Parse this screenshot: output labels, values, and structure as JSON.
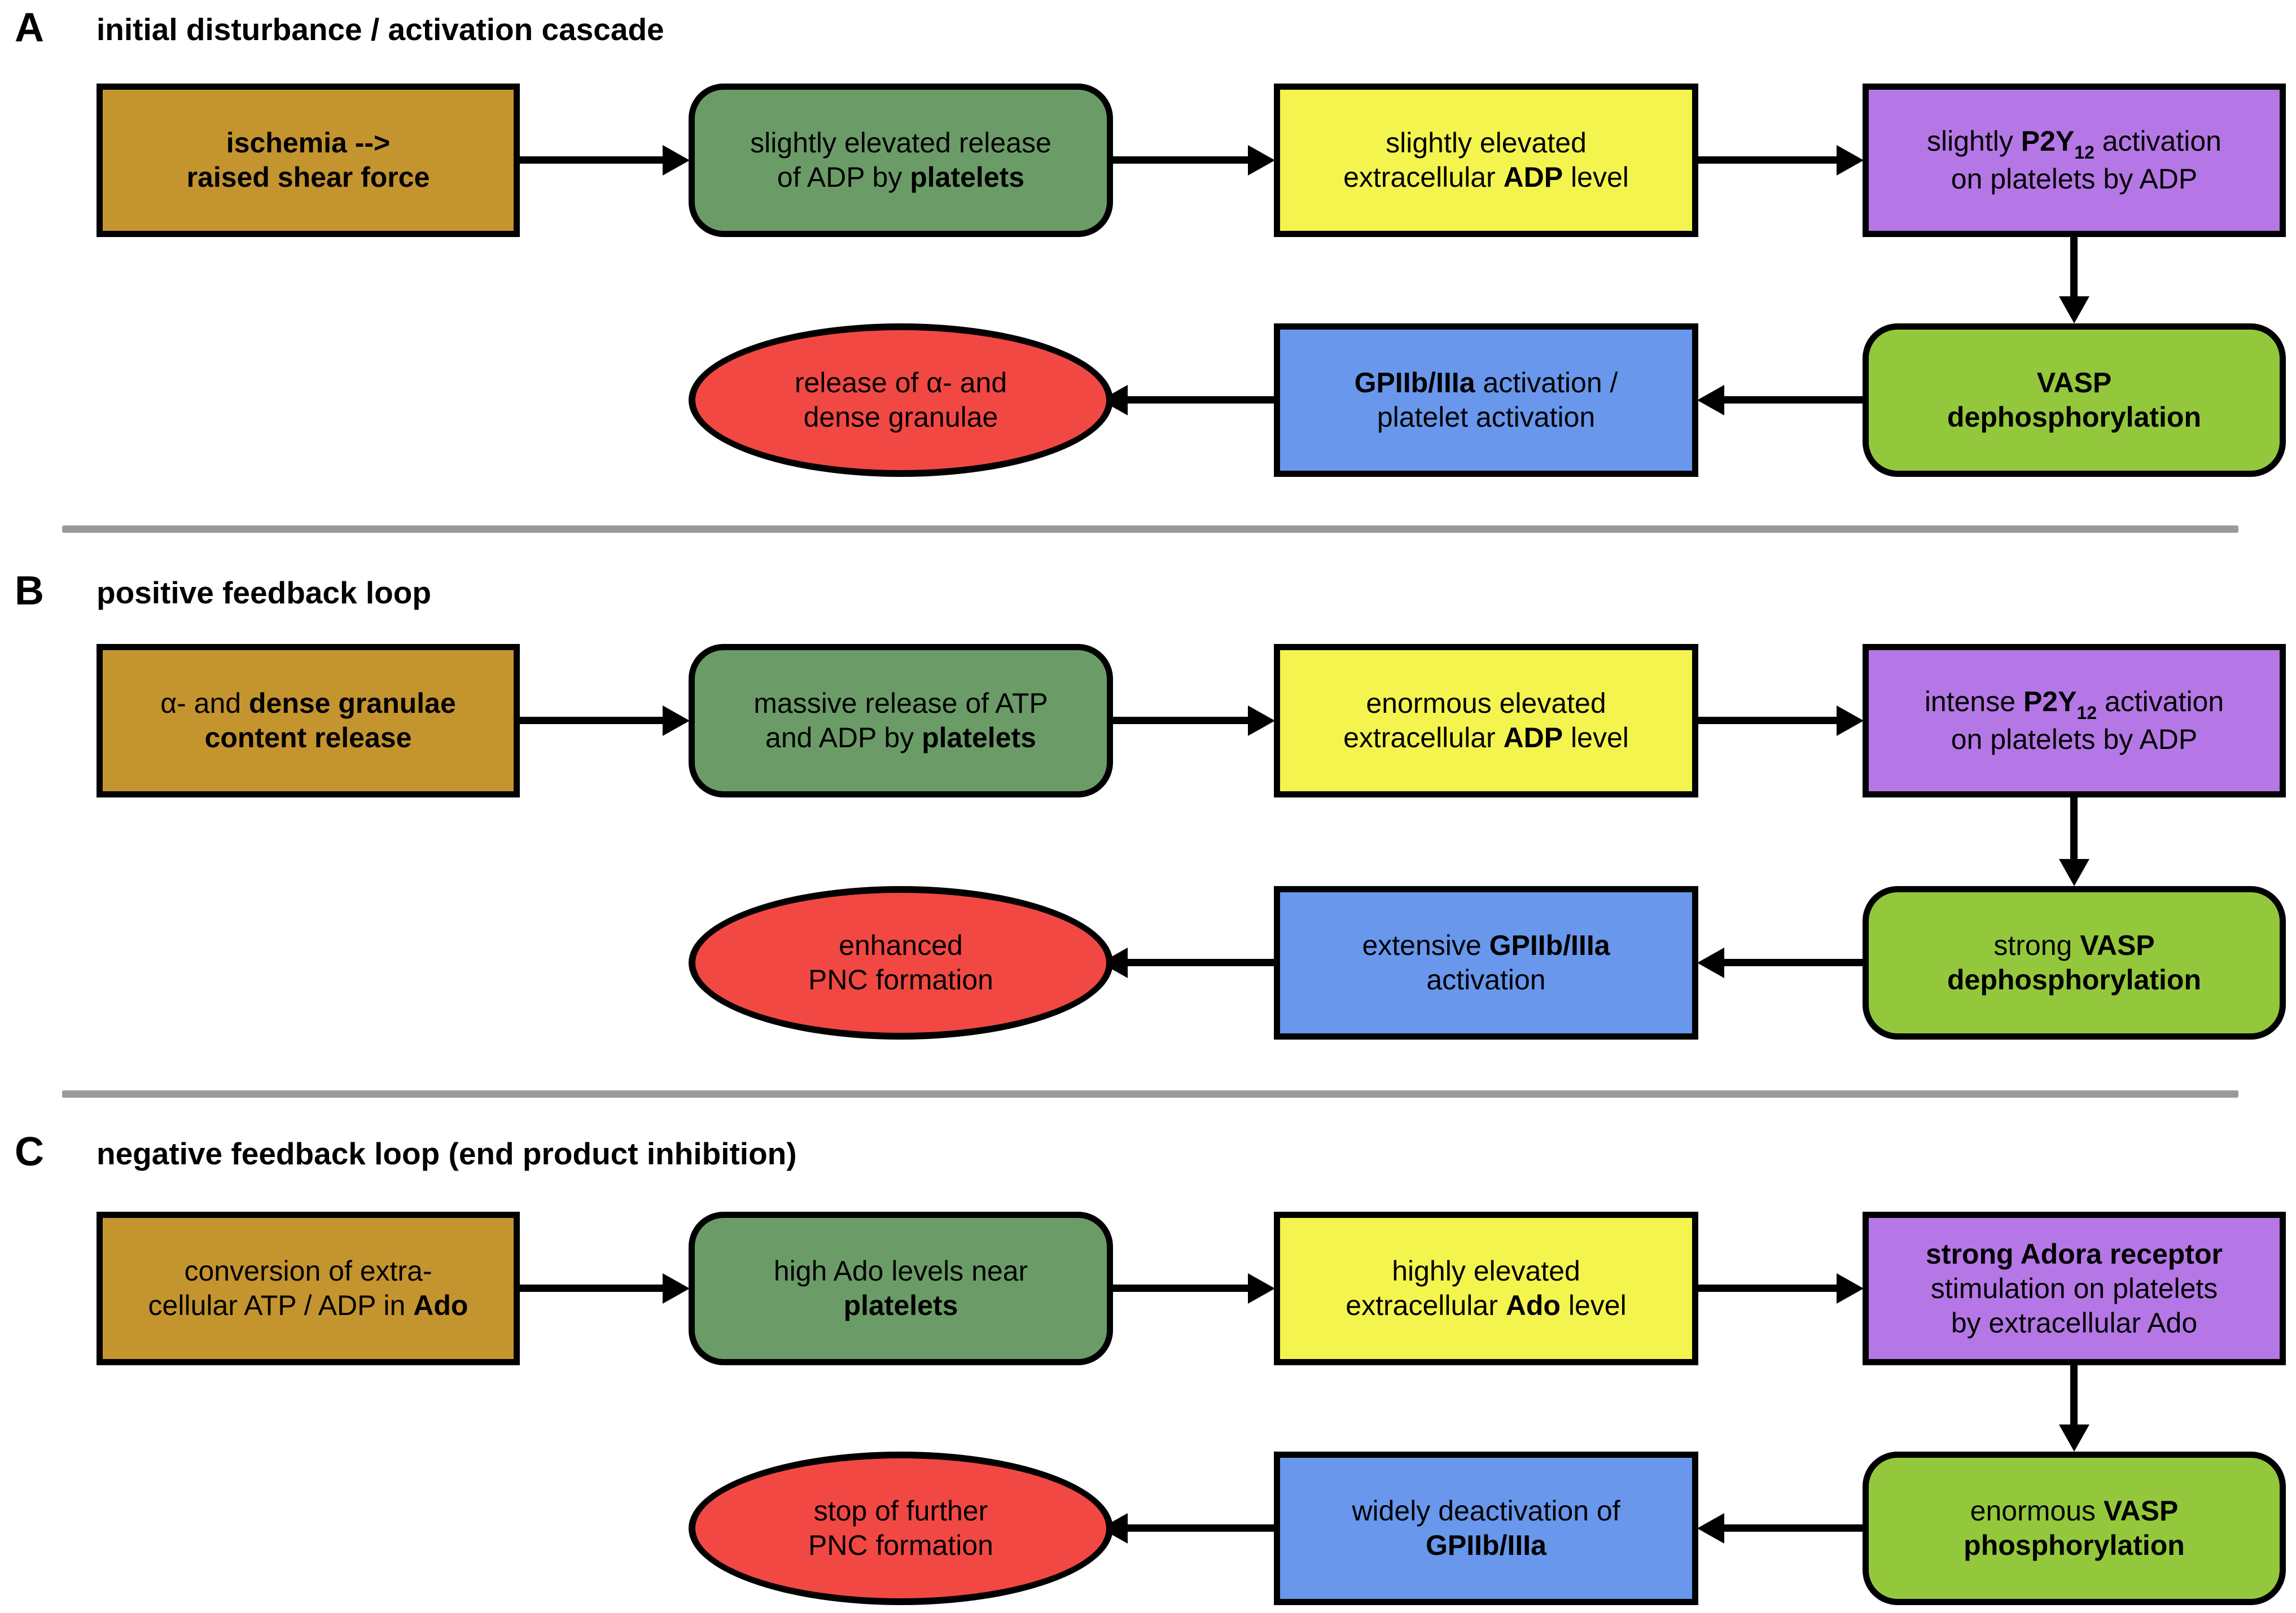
{
  "colors": {
    "gold": "#C4942F",
    "sage": "#6B9C68",
    "yellow": "#F4F44E",
    "purple": "#B577E6",
    "lime": "#94C83C",
    "blue": "#6897EC",
    "red": "#F14844",
    "divider": "#9A9A9A",
    "arrow": "#000000",
    "outline": "#000000",
    "background": "#FFFFFF"
  },
  "sections": [
    {
      "letter": "A",
      "title": "initial disturbance / activation cascade",
      "nodes": [
        {
          "id": "a1",
          "name": "ischemia-shear-force",
          "col": 1,
          "row": 1,
          "shape": "rect",
          "color": "gold",
          "lines": [
            [
              {
                "t": "ischemia -->",
                "b": true
              }
            ],
            [
              {
                "t": "raised shear force",
                "b": true
              }
            ]
          ]
        },
        {
          "id": "a2",
          "name": "slight-adp-release",
          "col": 2,
          "row": 1,
          "shape": "round",
          "color": "sage",
          "lines": [
            [
              {
                "t": "slightly elevated release"
              }
            ],
            [
              {
                "t": "of ADP by "
              },
              {
                "t": "platelets",
                "b": true
              }
            ]
          ]
        },
        {
          "id": "a3",
          "name": "slight-extracellular-adp-level",
          "col": 3,
          "row": 1,
          "shape": "rect",
          "color": "yellow",
          "lines": [
            [
              {
                "t": "slightly elevated"
              }
            ],
            [
              {
                "t": "extracellular "
              },
              {
                "t": "ADP",
                "b": true
              },
              {
                "t": " level"
              }
            ]
          ]
        },
        {
          "id": "a4",
          "name": "slight-p2y12-activation",
          "col": 4,
          "row": 1,
          "shape": "rect",
          "color": "purple",
          "lines": [
            [
              {
                "t": "slightly "
              },
              {
                "t": "P2Y",
                "b": true
              },
              {
                "t": "12",
                "b": true,
                "sub": true
              },
              {
                "t": " activation"
              }
            ],
            [
              {
                "t": "on platelets by ADP"
              }
            ]
          ]
        },
        {
          "id": "a5",
          "name": "vasp-dephosphorylation",
          "col": 4,
          "row": 2,
          "shape": "round",
          "color": "lime",
          "lines": [
            [
              {
                "t": "VASP",
                "b": true
              }
            ],
            [
              {
                "t": "dephosphorylation",
                "b": true
              }
            ]
          ]
        },
        {
          "id": "a6",
          "name": "gpiib-iiia-platelet-activation",
          "col": 3,
          "row": 2,
          "shape": "rect",
          "color": "blue",
          "lines": [
            [
              {
                "t": "GPIIb/IIIa",
                "b": true
              },
              {
                "t": " activation /"
              }
            ],
            [
              {
                "t": "platelet activation"
              }
            ]
          ]
        },
        {
          "id": "a7",
          "name": "granulae-release",
          "col": 2,
          "row": 2,
          "shape": "ellipse",
          "color": "red",
          "lines": [
            [
              {
                "t": "release of α- and"
              }
            ],
            [
              {
                "t": "dense granulae"
              }
            ]
          ]
        }
      ],
      "edges": [
        [
          "a1",
          "a2"
        ],
        [
          "a2",
          "a3"
        ],
        [
          "a3",
          "a4"
        ],
        [
          "a4",
          "a5"
        ],
        [
          "a5",
          "a6"
        ],
        [
          "a6",
          "a7"
        ]
      ]
    },
    {
      "letter": "B",
      "title": "positive feedback loop",
      "nodes": [
        {
          "id": "b1",
          "name": "granulae-content-release",
          "col": 1,
          "row": 1,
          "shape": "rect",
          "color": "gold",
          "lines": [
            [
              {
                "t": "α- and "
              },
              {
                "t": "dense granulae",
                "b": true
              }
            ],
            [
              {
                "t": "content release",
                "b": true
              }
            ]
          ]
        },
        {
          "id": "b2",
          "name": "massive-atp-adp-release",
          "col": 2,
          "row": 1,
          "shape": "round",
          "color": "sage",
          "lines": [
            [
              {
                "t": "massive release of ATP"
              }
            ],
            [
              {
                "t": "and ADP by "
              },
              {
                "t": "platelets",
                "b": true
              }
            ]
          ]
        },
        {
          "id": "b3",
          "name": "enormous-extracellular-adp-level",
          "col": 3,
          "row": 1,
          "shape": "rect",
          "color": "yellow",
          "lines": [
            [
              {
                "t": "enormous elevated"
              }
            ],
            [
              {
                "t": "extracellular "
              },
              {
                "t": "ADP",
                "b": true
              },
              {
                "t": " level"
              }
            ]
          ]
        },
        {
          "id": "b4",
          "name": "intense-p2y12-activation",
          "col": 4,
          "row": 1,
          "shape": "rect",
          "color": "purple",
          "lines": [
            [
              {
                "t": "intense "
              },
              {
                "t": "P2Y",
                "b": true
              },
              {
                "t": "12",
                "b": true,
                "sub": true
              },
              {
                "t": " activation"
              }
            ],
            [
              {
                "t": "on platelets by ADP"
              }
            ]
          ]
        },
        {
          "id": "b5",
          "name": "strong-vasp-dephosphorylation",
          "col": 4,
          "row": 2,
          "shape": "round",
          "color": "lime",
          "lines": [
            [
              {
                "t": "strong "
              },
              {
                "t": "VASP",
                "b": true
              }
            ],
            [
              {
                "t": "dephosphorylation",
                "b": true
              }
            ]
          ]
        },
        {
          "id": "b6",
          "name": "extensive-gpiib-iiia-activation",
          "col": 3,
          "row": 2,
          "shape": "rect",
          "color": "blue",
          "lines": [
            [
              {
                "t": "extensive "
              },
              {
                "t": "GPIIb/IIIa",
                "b": true
              }
            ],
            [
              {
                "t": "activation"
              }
            ]
          ]
        },
        {
          "id": "b7",
          "name": "enhanced-pnc-formation",
          "col": 2,
          "row": 2,
          "shape": "ellipse",
          "color": "red",
          "lines": [
            [
              {
                "t": "enhanced"
              }
            ],
            [
              {
                "t": "PNC formation"
              }
            ]
          ]
        }
      ],
      "edges": [
        [
          "b1",
          "b2"
        ],
        [
          "b2",
          "b3"
        ],
        [
          "b3",
          "b4"
        ],
        [
          "b4",
          "b5"
        ],
        [
          "b5",
          "b6"
        ],
        [
          "b6",
          "b7"
        ]
      ]
    },
    {
      "letter": "C",
      "title": "negative feedback loop (end product inhibition)",
      "nodes": [
        {
          "id": "c1",
          "name": "atp-adp-conversion-to-ado",
          "col": 1,
          "row": 1,
          "shape": "rect",
          "color": "gold",
          "lines": [
            [
              {
                "t": "conversion of extra-"
              }
            ],
            [
              {
                "t": "cellular ATP / ADP in "
              },
              {
                "t": "Ado",
                "b": true
              }
            ]
          ]
        },
        {
          "id": "c2",
          "name": "high-ado-levels",
          "col": 2,
          "row": 1,
          "shape": "round",
          "color": "sage",
          "lines": [
            [
              {
                "t": "high Ado levels near"
              }
            ],
            [
              {
                "t": "platelets",
                "b": true
              }
            ]
          ]
        },
        {
          "id": "c3",
          "name": "high-extracellular-ado-level",
          "col": 3,
          "row": 1,
          "shape": "rect",
          "color": "yellow",
          "lines": [
            [
              {
                "t": "highly elevated"
              }
            ],
            [
              {
                "t": "extracellular "
              },
              {
                "t": "Ado",
                "b": true
              },
              {
                "t": " level"
              }
            ]
          ]
        },
        {
          "id": "c4",
          "name": "strong-adora-stimulation",
          "col": 4,
          "row": 1,
          "shape": "rect",
          "color": "purple",
          "lines": [
            [
              {
                "t": "strong Adora receptor",
                "b": true
              }
            ],
            [
              {
                "t": "stimulation on platelets"
              }
            ],
            [
              {
                "t": "by extracellular Ado"
              }
            ]
          ]
        },
        {
          "id": "c5",
          "name": "enormous-vasp-phosphorylation",
          "col": 4,
          "row": 2,
          "shape": "round",
          "color": "lime",
          "lines": [
            [
              {
                "t": "enormous "
              },
              {
                "t": "VASP",
                "b": true
              }
            ],
            [
              {
                "t": "phosphorylation",
                "b": true
              }
            ]
          ]
        },
        {
          "id": "c6",
          "name": "gpiib-iiia-deactivation",
          "col": 3,
          "row": 2,
          "shape": "rect",
          "color": "blue",
          "lines": [
            [
              {
                "t": "widely deactivation of"
              }
            ],
            [
              {
                "t": "GPIIb/IIIa",
                "b": true
              }
            ]
          ]
        },
        {
          "id": "c7",
          "name": "stop-pnc-formation",
          "col": 2,
          "row": 2,
          "shape": "ellipse",
          "color": "red",
          "lines": [
            [
              {
                "t": "stop of further"
              }
            ],
            [
              {
                "t": "PNC formation"
              }
            ]
          ]
        }
      ],
      "edges": [
        [
          "c1",
          "c2"
        ],
        [
          "c2",
          "c3"
        ],
        [
          "c3",
          "c4"
        ],
        [
          "c4",
          "c5"
        ],
        [
          "c5",
          "c6"
        ],
        [
          "c6",
          "c7"
        ]
      ]
    }
  ]
}
